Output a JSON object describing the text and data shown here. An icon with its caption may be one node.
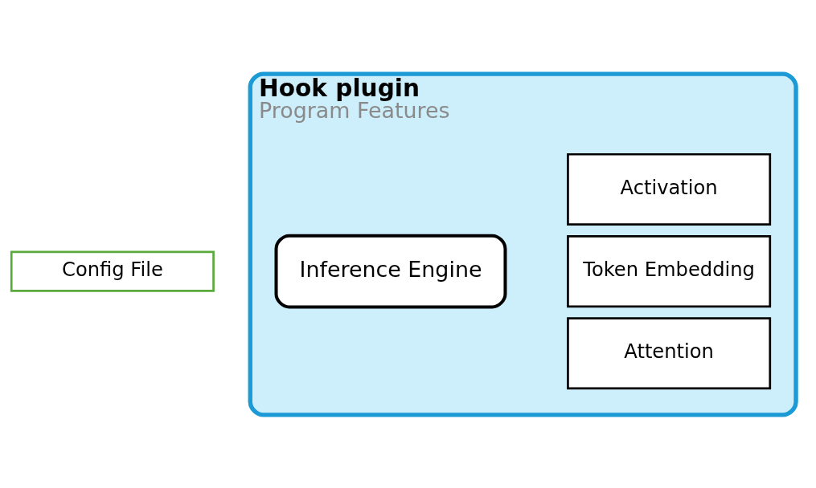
{
  "diagram": {
    "nodes": [
      {
        "text": [
          "Hook plugin",
          "Program Features"
        ]
      },
      {
        "text": [
          "Inference Engine"
        ],
        "in": 0
      },
      {
        "text": [
          "Attention"
        ],
        "in": 0
      },
      {
        "text": [
          "Token Embedding"
        ],
        "in": 0
      },
      {
        "text": [
          "Activation"
        ],
        "in": 0
      },
      {
        "text": [
          "Config File"
        ]
      }
    ],
    "edges": []
  }
}
